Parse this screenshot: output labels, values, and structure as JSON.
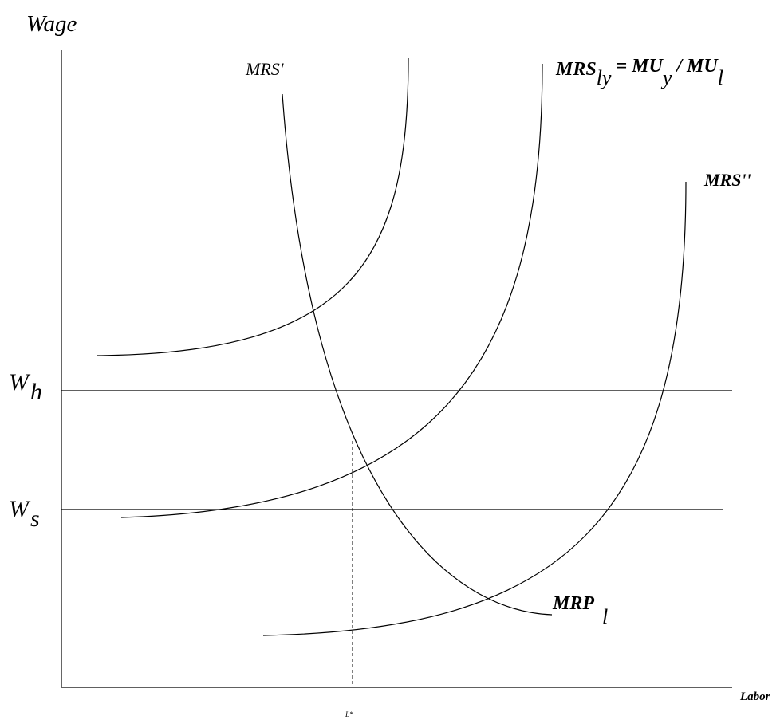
{
  "axes": {
    "y_label": "Wage",
    "x_label": "Labor"
  },
  "wage_levels": {
    "high": {
      "base": "W",
      "sub": "h"
    },
    "low": {
      "base": "W",
      "sub": "s"
    }
  },
  "curves": {
    "mrs_prime": "MRS'",
    "mrs_double_prime": "MRS''",
    "mrs_main": {
      "base": "MRS",
      "sub": "ly",
      "eq": " = MU",
      "sub_y": "y",
      "slash": " / MU",
      "sub_l": "l"
    },
    "mrp": {
      "base": "MRP",
      "sub": "l"
    }
  },
  "equilibrium": {
    "label": "L*"
  }
}
